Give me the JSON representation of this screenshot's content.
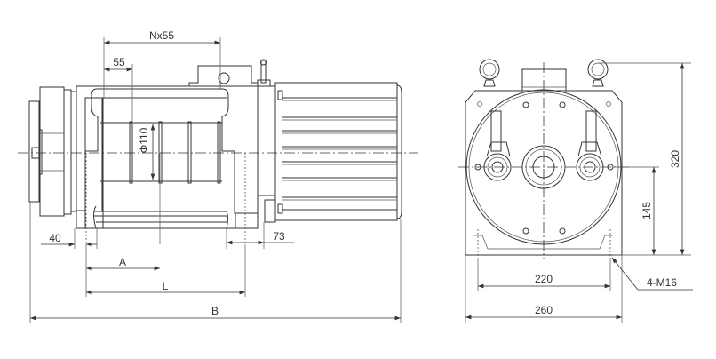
{
  "side_view": {
    "dims": {
      "pitch_total": "Nx55",
      "pitch": "55",
      "drum_diameter": "Φ110",
      "foot_left": "40",
      "foot_right": "73",
      "a": "A",
      "l": "L",
      "b": "B"
    }
  },
  "end_view": {
    "dims": {
      "bolt_spacing": "220",
      "base_width": "260",
      "center_height": "145",
      "total_height": "320",
      "bolts": "4-M16"
    }
  }
}
